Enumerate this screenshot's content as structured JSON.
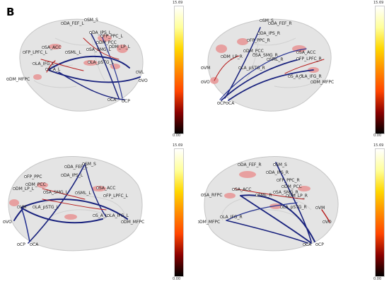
{
  "panel_letter": "B",
  "colorbar": {
    "max": "15.69",
    "min": "0.00",
    "colors": [
      "#000000",
      "#8b0000",
      "#ff4500",
      "#ff8c00",
      "#ffd700",
      "#ffff99",
      "#ffffff"
    ]
  },
  "colors": {
    "brain": "#e4e4e4",
    "brain_edge": "#c6c6c6",
    "edge_blue": "#1a237e",
    "edge_red": "#b71c1c",
    "activation": "#e98a8a"
  },
  "views": [
    {
      "id": "left-lateral",
      "labels": [
        {
          "t": "SM_S"
        },
        {
          "t": "DA_FEF_L"
        },
        {
          "t": "DA_IPS_L"
        },
        {
          "t": "FP_PPC_L"
        },
        {
          "t": "DM_PCC"
        },
        {
          "t": "DM_LP_L"
        },
        {
          "t": "SA_ACC"
        },
        {
          "t": "FP_LPFC_L"
        },
        {
          "t": "SML_L"
        },
        {
          "t": "SA_SMG_L"
        },
        {
          "t": "LA_IFG_L"
        },
        {
          "t": "S_A_L"
        },
        {
          "t": "LA_pSTG_L"
        },
        {
          "t": "DM_MFPC"
        },
        {
          "t": "VL"
        },
        {
          "t": "VO"
        },
        {
          "t": "CA"
        },
        {
          "t": "CP"
        }
      ]
    },
    {
      "id": "right-lateral",
      "labels": [
        {
          "t": "SM_S"
        },
        {
          "t": "DA_FEF_R"
        },
        {
          "t": "DA_IPS_R"
        },
        {
          "t": "FP_PPC_R"
        },
        {
          "t": "DM_PCC"
        },
        {
          "t": "SA_SMG_R"
        },
        {
          "t": "SA_ACC"
        },
        {
          "t": "DM_LP_R"
        },
        {
          "t": "SML_R"
        },
        {
          "t": "FP_LPFC_R"
        },
        {
          "t": "LA_pSTG_R"
        },
        {
          "t": "VM"
        },
        {
          "t": "S_A_R"
        },
        {
          "t": "LA_IFG_R"
        },
        {
          "t": "DM_MFPC"
        },
        {
          "t": "VO"
        },
        {
          "t": "CP"
        },
        {
          "t": "CA"
        }
      ]
    },
    {
      "id": "left-medial",
      "labels": [
        {
          "t": "SM_S"
        },
        {
          "t": "DA_FEF_L"
        },
        {
          "t": "DA_IPS_L"
        },
        {
          "t": "FP_PPC"
        },
        {
          "t": "DM_PCC"
        },
        {
          "t": "DM_LP_L"
        },
        {
          "t": "SA_SMG_L"
        },
        {
          "t": "SML_L"
        },
        {
          "t": "SA_ACC"
        },
        {
          "t": "FP_LPFC_L"
        },
        {
          "t": "VM"
        },
        {
          "t": "LA_pSTG_L"
        },
        {
          "t": "S_A_L"
        },
        {
          "t": "LA_IFG_L"
        },
        {
          "t": "DM_MFPC"
        },
        {
          "t": "VO"
        },
        {
          "t": "CP"
        },
        {
          "t": "CA"
        }
      ]
    },
    {
      "id": "right-medial",
      "labels": [
        {
          "t": "DA_FEF_R"
        },
        {
          "t": "SM_S"
        },
        {
          "t": "DA_IPS_R"
        },
        {
          "t": "FP_PPC_R"
        },
        {
          "t": "DM_PCC"
        },
        {
          "t": "SA_ACC"
        },
        {
          "t": "SA_SMG_R"
        },
        {
          "t": "DM_LP_R"
        },
        {
          "t": "SA_RFPC"
        },
        {
          "t": "SML_R"
        },
        {
          "t": "LA_pSTG_R"
        },
        {
          "t": "LA_IFG_R"
        },
        {
          "t": "VM"
        },
        {
          "t": "DM_MFPC"
        },
        {
          "t": "VO"
        },
        {
          "t": "CA"
        },
        {
          "t": "CP"
        }
      ]
    }
  ]
}
